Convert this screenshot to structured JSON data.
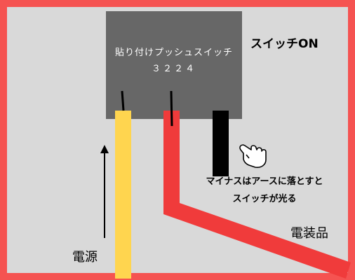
{
  "switch": {
    "name": "貼り付けプッシュスイッチ",
    "code": "３２２４"
  },
  "status": "スイッチON",
  "note": {
    "line1": "マイナスはアースに落とすと",
    "line2": "スイッチが光る"
  },
  "labels": {
    "power": "電源",
    "device": "電装品"
  },
  "colors": {
    "frame": "#F55351",
    "background": "#D9D9D9",
    "switch_body": "#676767",
    "wire_positive": "#FFD54F",
    "wire_device": "#F03B3B",
    "wire_minus": "#000000"
  },
  "icons": [
    "up-arrow-icon",
    "pointing-hand-icon"
  ]
}
